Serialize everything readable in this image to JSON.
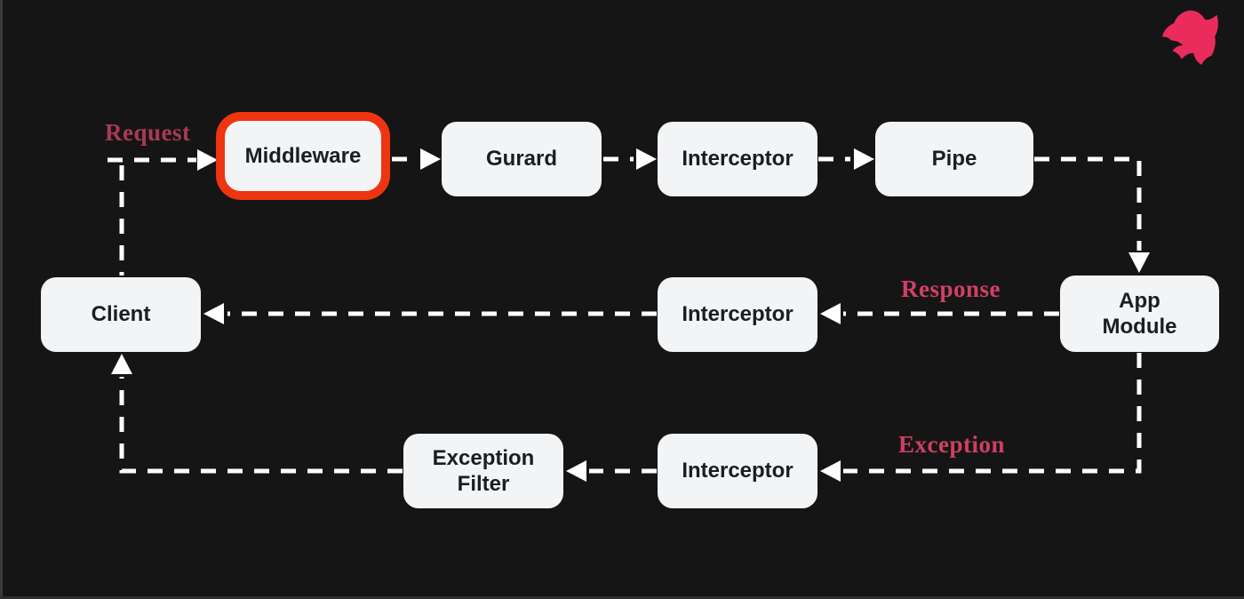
{
  "colors": {
    "background": "#151515",
    "node_fill": "#f2f4f6",
    "node_text": "#1b1d1f",
    "highlight_red": "#ee3410",
    "arrow_white": "#ffffff",
    "label_request": "#a83a56",
    "label_response": "#d04067",
    "label_exception": "#ce3f63",
    "logo_pink": "#ea2c5c"
  },
  "logo": {
    "icon": "nestjs-logo-icon"
  },
  "edge_labels": {
    "request": "Request",
    "response": "Response",
    "exception": "Exception"
  },
  "nodes": {
    "middleware": {
      "label": "Middleware",
      "highlighted": true
    },
    "guard": {
      "label": "Gurard"
    },
    "interceptor_top": {
      "label": "Interceptor"
    },
    "pipe": {
      "label": "Pipe"
    },
    "client": {
      "label": "Client"
    },
    "interceptor_middle": {
      "label": "Interceptor"
    },
    "app_module": {
      "label": "App Module"
    },
    "exception_filter": {
      "label": "Exception Filter"
    },
    "interceptor_bottom": {
      "label": "Interceptor"
    }
  }
}
